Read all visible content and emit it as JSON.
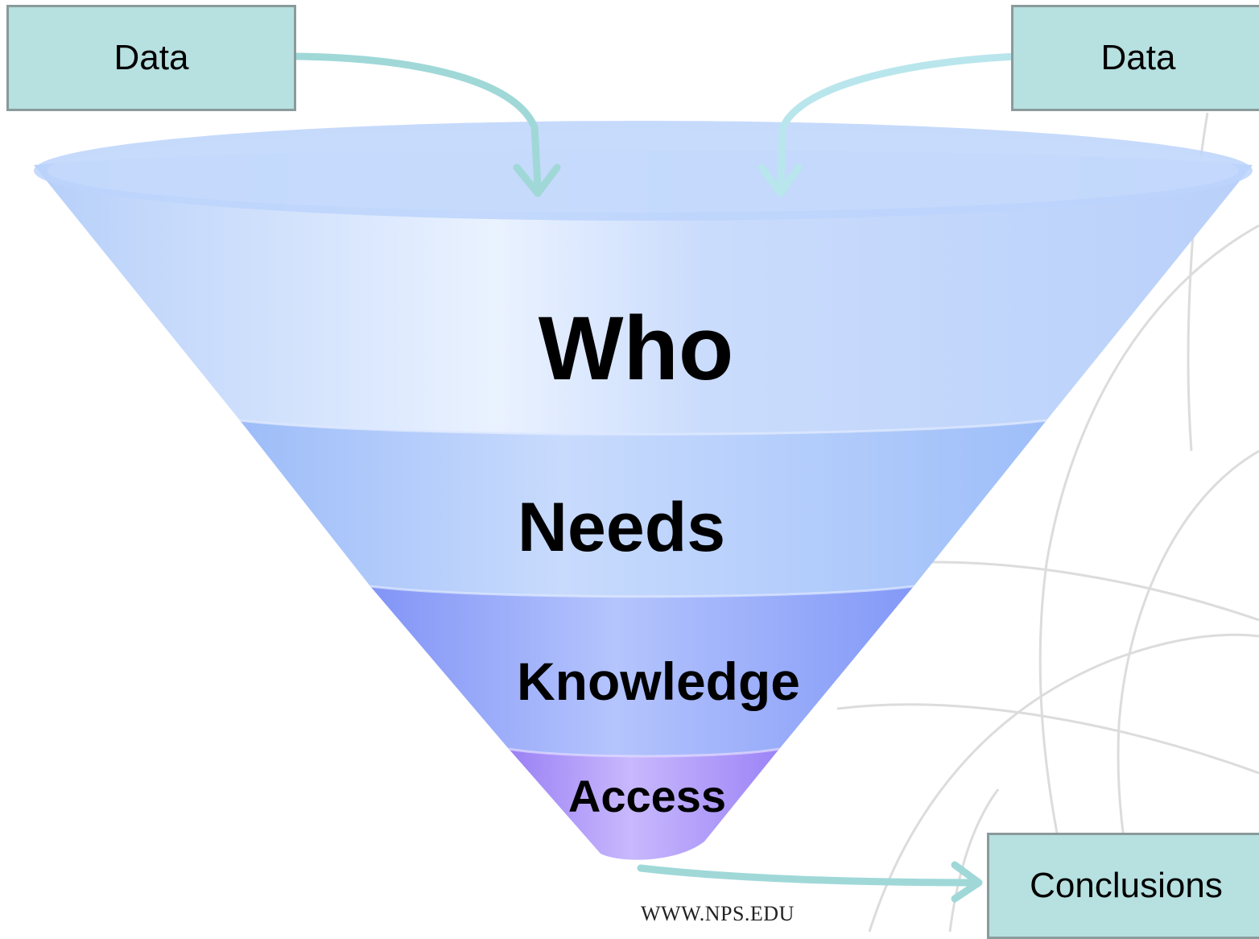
{
  "inputs": [
    {
      "label": "Data"
    },
    {
      "label": "Data"
    }
  ],
  "funnel_stages": [
    {
      "label": "Who"
    },
    {
      "label": "Needs"
    },
    {
      "label": "Knowledge"
    },
    {
      "label": "Access"
    }
  ],
  "output": {
    "label": "Conclusions"
  },
  "footer": "WWW.NPS.EDU",
  "colors": {
    "box_fill": "#b7e0e0",
    "box_border": "#8a9a9a",
    "arrow": "#9fd6d6",
    "funnel_top": "#c4d9fb",
    "funnel_mid": "#a6c4fb",
    "funnel_low": "#8ea4fb",
    "funnel_tip": "#a98ff8",
    "background_map_lines": "#d9d9d9"
  }
}
